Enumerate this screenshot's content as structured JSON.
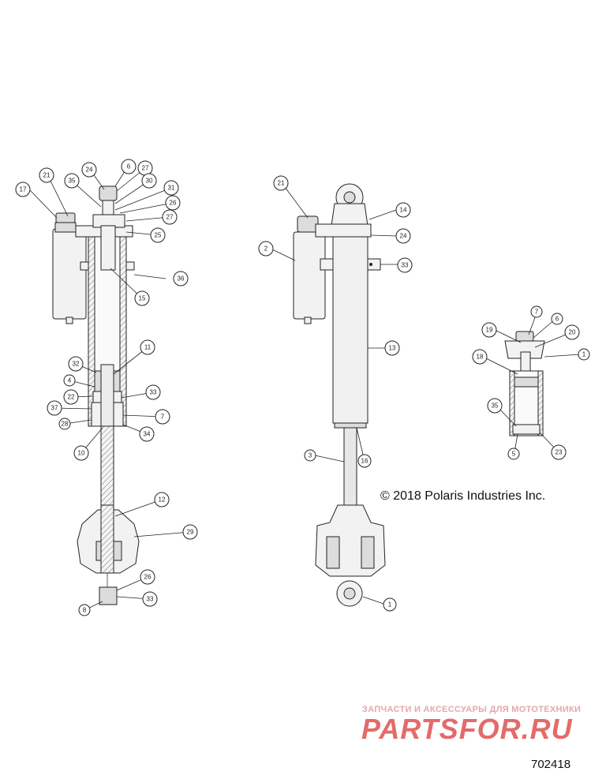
{
  "copyright": "© 2018 Polaris Industries Inc.",
  "figure_number": "702418",
  "watermark": {
    "tagline": "ЗАПЧАСТИ И АКСЕССУАРЫ ДЛЯ МОТОТЕХНИКИ",
    "logo": "PARTSFOR.RU"
  },
  "callouts": {
    "left": [
      "17",
      "21",
      "24",
      "6",
      "27",
      "35",
      "30",
      "31",
      "26",
      "27",
      "25",
      "36",
      "15",
      "11",
      "32",
      "4",
      "22",
      "33",
      "37",
      "7",
      "28",
      "34",
      "10",
      "12",
      "29",
      "26",
      "33",
      "8"
    ],
    "center": [
      "21",
      "14",
      "2",
      "24",
      "33",
      "13",
      "3",
      "16",
      "1"
    ],
    "right": [
      "7",
      "6",
      "19",
      "20",
      "1",
      "18",
      "35",
      "5",
      "23"
    ]
  }
}
